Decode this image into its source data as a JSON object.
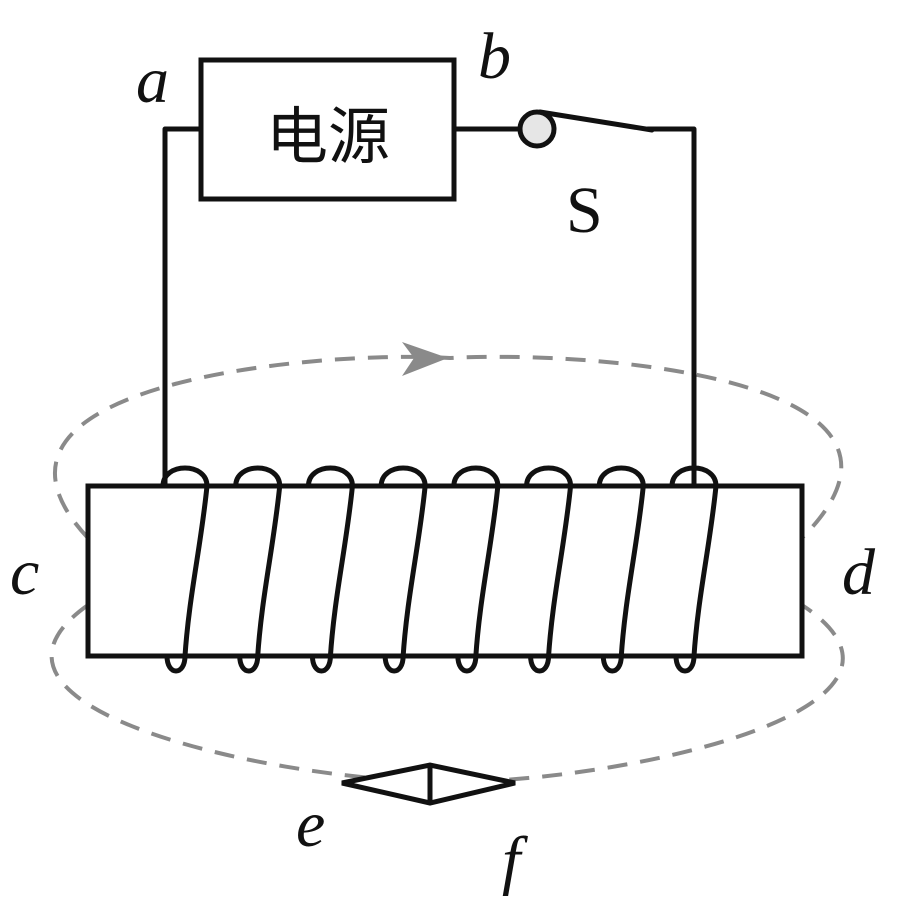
{
  "labels": {
    "a": "a",
    "b": "b",
    "c": "c",
    "d": "d",
    "e": "e",
    "f": "f",
    "switch": "S",
    "power_source": "电源"
  },
  "colors": {
    "wire": "#111111",
    "field_line": "#8a8a8a",
    "switch_contact_fill": "#e6e6e6"
  },
  "coil": {
    "turns": 8
  }
}
